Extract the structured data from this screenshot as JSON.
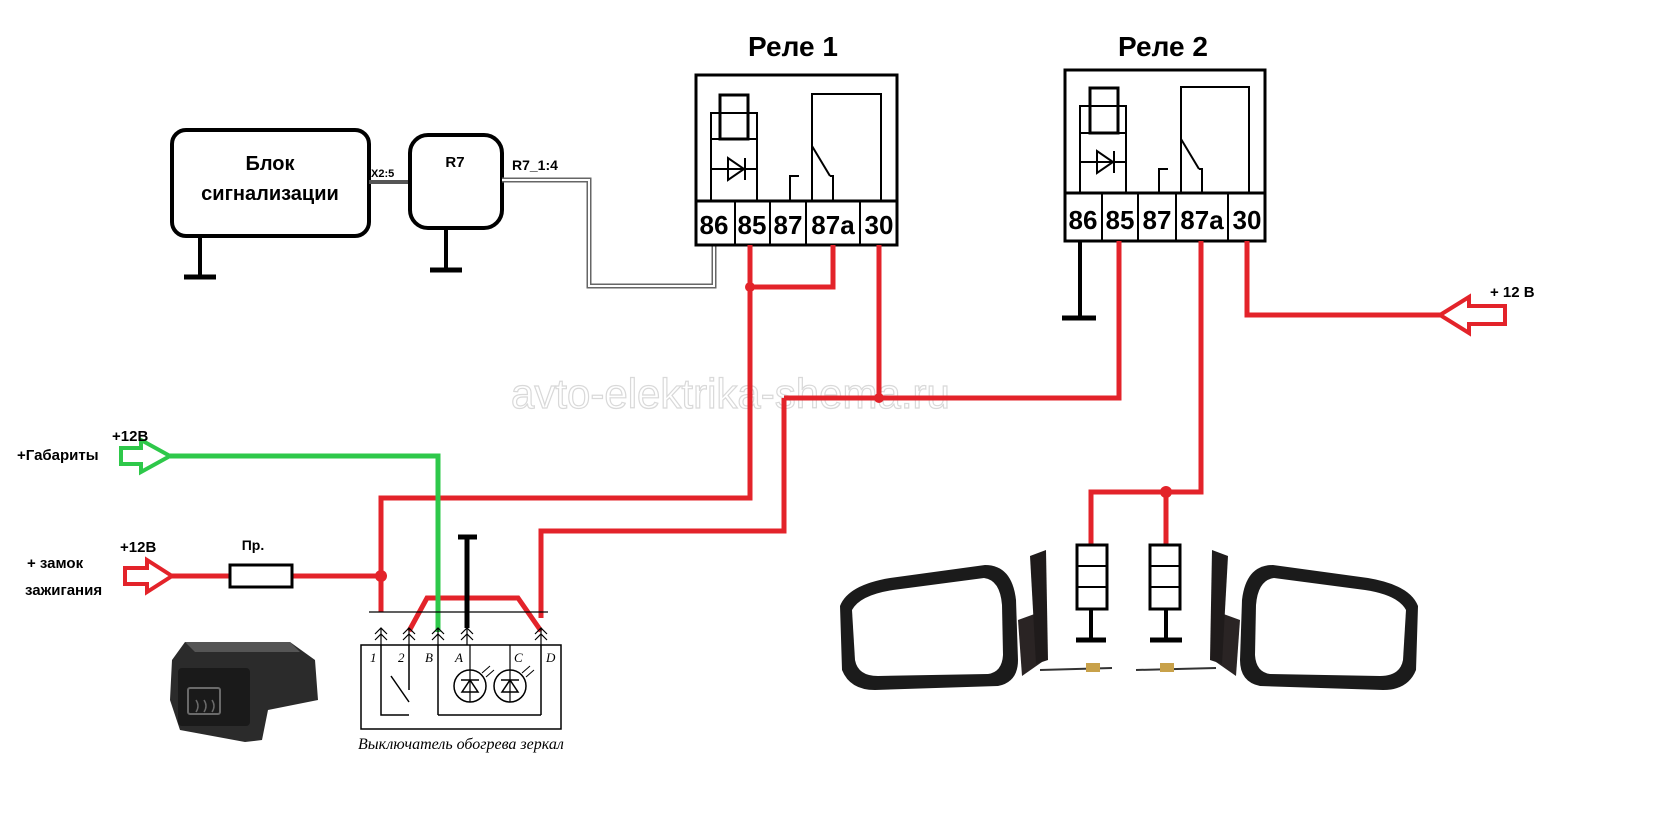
{
  "relay1": {
    "title": "Реле 1",
    "pins": [
      "86",
      "85",
      "87",
      "87a",
      "30"
    ]
  },
  "relay2": {
    "title": "Реле 2",
    "pins": [
      "86",
      "85",
      "87",
      "87a",
      "30"
    ]
  },
  "alarm_block": {
    "label_line1": "Блок",
    "label_line2": "сигнализации",
    "connector": "X2:5"
  },
  "r7": {
    "label": "R7",
    "connector": "R7_1:4"
  },
  "plus12v_right": "+ 12 В",
  "watermark": "avto-elektrika-shema.ru",
  "gabarity": {
    "voltage": "+12В",
    "label": "+Габариты"
  },
  "ignition": {
    "voltage": "+12В",
    "label_line1": "+ замок",
    "label_line2": "зажигания"
  },
  "fuse": {
    "label": "Пр."
  },
  "switch": {
    "pins": [
      "1",
      "2",
      "B",
      "A",
      "C",
      "D"
    ],
    "caption": "Выключатель обогрева зеркал"
  },
  "colors": {
    "power_wire": "#e3232a",
    "parking_wire": "#2ec84a",
    "signal_wire": "#000000"
  },
  "icons": [
    "ground-symbol",
    "diode",
    "relay-coil",
    "relay-contact",
    "heater-element",
    "mirror",
    "switch-button-photo"
  ]
}
